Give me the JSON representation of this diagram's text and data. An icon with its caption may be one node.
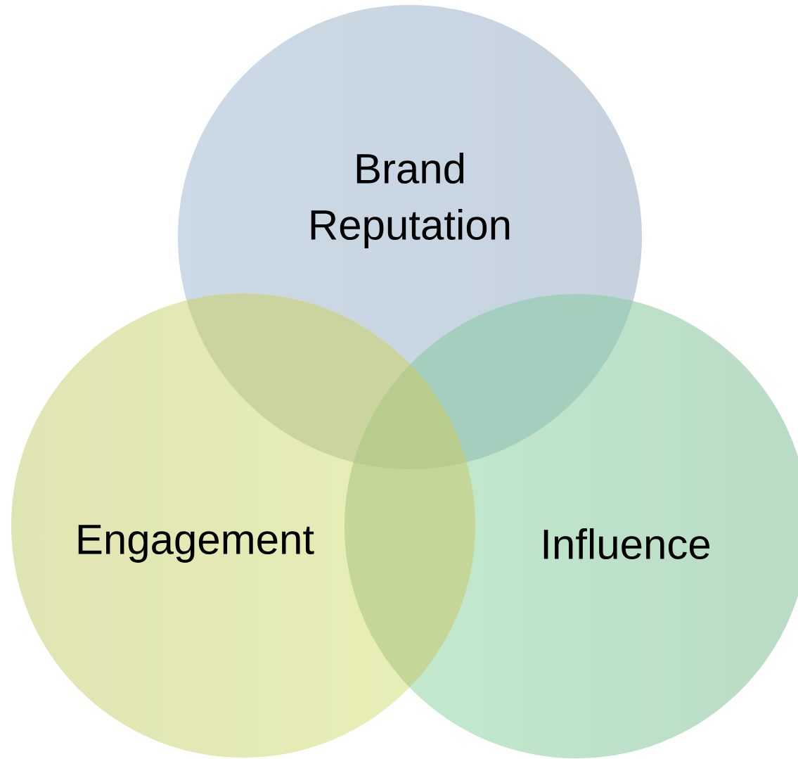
{
  "diagram": {
    "nodes": [
      {
        "text": [
          "Brand Reputation"
        ]
      },
      {
        "text": [
          "Engagement"
        ]
      },
      {
        "text": [
          "Influence"
        ]
      }
    ]
  }
}
